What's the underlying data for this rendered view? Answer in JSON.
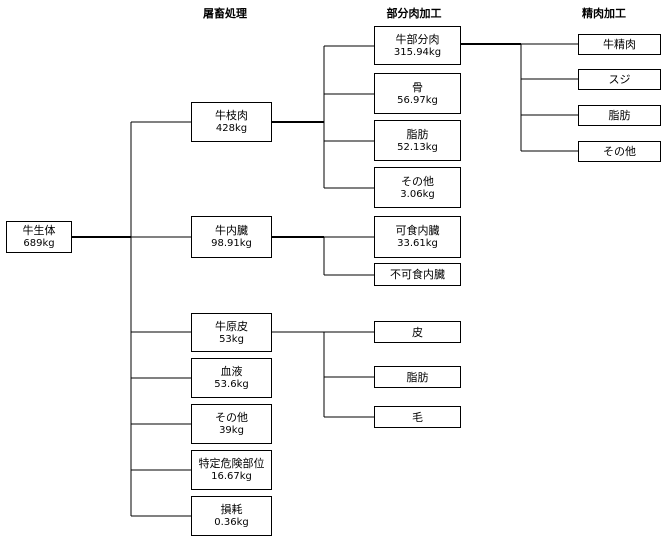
{
  "headers": {
    "slaughter": "屠畜処理",
    "parts": "部分肉加工",
    "fine": "精肉加工"
  },
  "nodes": {
    "root": {
      "label": "牛生体",
      "value": "689kg"
    },
    "carcass": {
      "label": "牛枝肉",
      "value": "428kg"
    },
    "offal": {
      "label": "牛内臓",
      "value": "98.91kg"
    },
    "hide": {
      "label": "牛原皮",
      "value": "53kg"
    },
    "blood": {
      "label": "血液",
      "value": "53.6kg"
    },
    "other1": {
      "label": "その他",
      "value": "39kg"
    },
    "srm": {
      "label": "特定危険部位",
      "value": "16.67kg"
    },
    "loss": {
      "label": "損耗",
      "value": "0.36kg"
    },
    "partial_meat": {
      "label": "牛部分肉",
      "value": "315.94kg"
    },
    "bone": {
      "label": "骨",
      "value": "56.97kg"
    },
    "fat1": {
      "label": "脂肪",
      "value": "52.13kg"
    },
    "other2": {
      "label": "その他",
      "value": "3.06kg"
    },
    "edible_offal": {
      "label": "可食内臓",
      "value": "33.61kg"
    },
    "inedible_offal": {
      "label": "不可食内臓"
    },
    "skin": {
      "label": "皮"
    },
    "fat2": {
      "label": "脂肪"
    },
    "hair": {
      "label": "毛"
    },
    "beef": {
      "label": "牛精肉"
    },
    "sinew": {
      "label": "スジ"
    },
    "fat3": {
      "label": "脂肪"
    },
    "other3": {
      "label": "その他"
    }
  }
}
